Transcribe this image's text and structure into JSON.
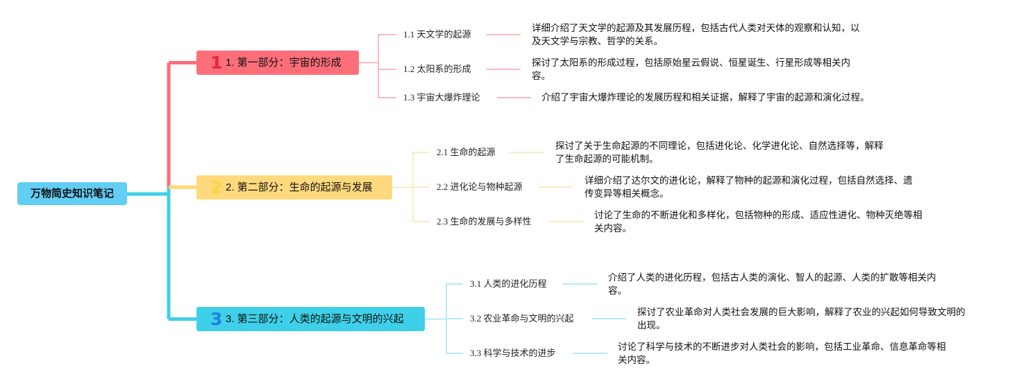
{
  "colors": {
    "root": "#62cdf5",
    "section_1": "#fc6e79",
    "section_1_line": "#f5a3aa",
    "section_1_icon": "#e8243a",
    "section_2": "#ffd97d",
    "section_2_line": "#fde3ae",
    "section_2_icon": "#ffd23f",
    "section_3": "#3ed0e8",
    "section_3_line": "#9ce3ef",
    "section_3_icon": "#1f7fe3"
  },
  "root": {
    "label": "万物简史知识笔记"
  },
  "sections": [
    {
      "icon": "1",
      "icon_name": "number-1-icon",
      "label": "1. 第一部分：宇宙的形成",
      "items": [
        {
          "label": "1.1 天文学的起源",
          "desc": [
            "详细介绍了天文学的起源及其发展历程，包括古代人类对天体的观察和认知，以",
            "及天文学与宗教、哲学的关系。"
          ]
        },
        {
          "label": "1.2 太阳系的形成",
          "desc": [
            "探讨了太阳系的形成过程，包括原始星云假说、恒星诞生、行星形成等相关内",
            "容。"
          ]
        },
        {
          "label": "1.3 宇宙大爆炸理论",
          "desc": [
            "介绍了宇宙大爆炸理论的发展历程和相关证据，解释了宇宙的起源和演化过程。"
          ]
        }
      ]
    },
    {
      "icon": "2",
      "icon_name": "number-2-icon",
      "label": "2. 第二部分：生命的起源与发展",
      "items": [
        {
          "label": "2.1 生命的起源",
          "desc": [
            "探讨了关于生命起源的不同理论，包括进化论、化学进化论、自然选择等，解释",
            "了生命起源的可能机制。"
          ]
        },
        {
          "label": "2.2 进化论与物种起源",
          "desc": [
            "详细介绍了达尔文的进化论，解释了物种的起源和演化过程，包括自然选择、遗",
            "传变异等相关概念。"
          ]
        },
        {
          "label": "2.3 生命的发展与多样性",
          "desc": [
            "讨论了生命的不断进化和多样化，包括物种的形成、适应性进化、物种灭绝等相",
            "关内容。"
          ]
        }
      ]
    },
    {
      "icon": "3",
      "icon_name": "number-3-icon",
      "label": "3. 第三部分：人类的起源与文明的兴起",
      "items": [
        {
          "label": "3.1 人类的进化历程",
          "desc": [
            "介绍了人类的进化历程，包括古人类的演化、智人的起源、人类的扩散等相关内",
            "容。"
          ]
        },
        {
          "label": "3.2 农业革命与文明的兴起",
          "desc": [
            "探讨了农业革命对人类社会发展的巨大影响，解释了农业的兴起如何导致文明的",
            "出现。"
          ]
        },
        {
          "label": "3.3 科学与技术的进步",
          "desc": [
            "讨论了科学与技术的不断进步对人类社会的影响，包括工业革命、信息革命等相",
            "关内容。"
          ]
        }
      ]
    }
  ]
}
